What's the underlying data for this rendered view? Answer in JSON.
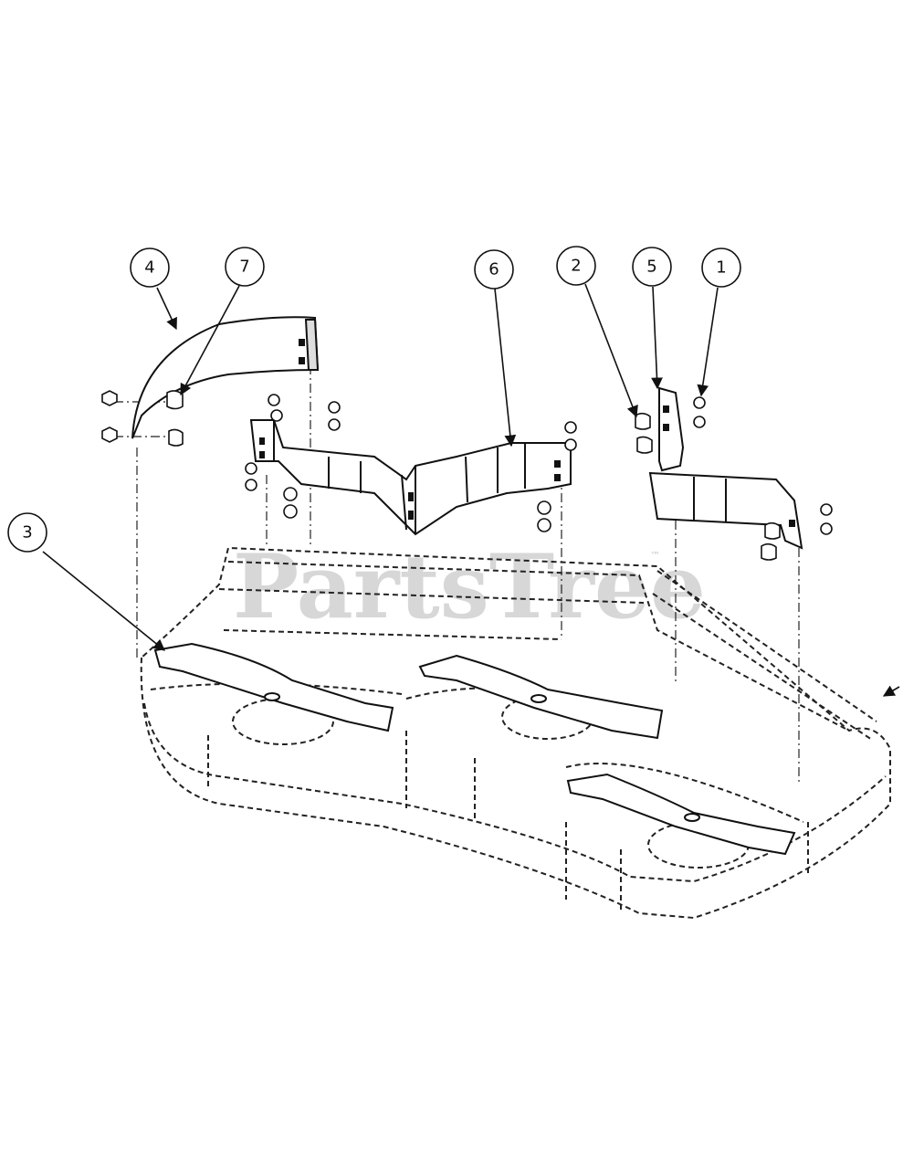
{
  "watermark": {
    "brand": "PartsTree",
    "trademark": "™"
  },
  "callouts": [
    {
      "id": "c4",
      "label": "4"
    },
    {
      "id": "c7",
      "label": "7"
    },
    {
      "id": "c6",
      "label": "6"
    },
    {
      "id": "c2",
      "label": "2"
    },
    {
      "id": "c5",
      "label": "5"
    },
    {
      "id": "c1",
      "label": "1"
    },
    {
      "id": "c3",
      "label": "3"
    }
  ],
  "colors": {
    "line": "#111111",
    "watermark": "#d0d0d0",
    "background": "#ffffff"
  }
}
